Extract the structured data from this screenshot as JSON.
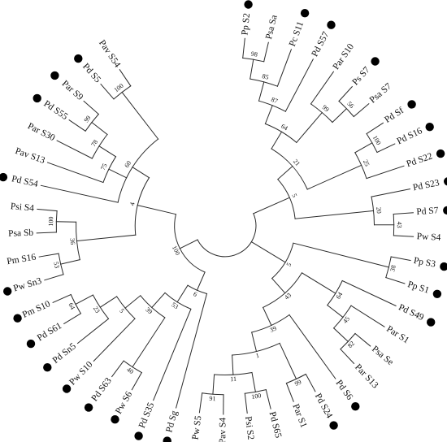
{
  "leaves": [
    {
      "label": "Pp S2",
      "marker": true
    },
    {
      "label": "Psa Sa",
      "marker": false
    },
    {
      "label": "Pc S11",
      "marker": true
    },
    {
      "label": "Pd S57",
      "marker": true
    },
    {
      "label": "Par S10",
      "marker": false
    },
    {
      "label": "Ps S7",
      "marker": true
    },
    {
      "label": "Psa S7",
      "marker": false
    },
    {
      "label": "Pd Sf",
      "marker": true
    },
    {
      "label": "Pd S16",
      "marker": true
    },
    {
      "label": "Pd S22",
      "marker": true
    },
    {
      "label": "Pd S23",
      "marker": true
    },
    {
      "label": "Pd S7",
      "marker": true
    },
    {
      "label": "Pw S4",
      "marker": false
    },
    {
      "label": "Pp S3",
      "marker": true
    },
    {
      "label": "Pp S1",
      "marker": true
    },
    {
      "label": "Pd S49",
      "marker": true
    },
    {
      "label": "Par S1",
      "marker": false
    },
    {
      "label": "Psa Se",
      "marker": false
    },
    {
      "label": "Par S13",
      "marker": false
    },
    {
      "label": "Pd S6",
      "marker": true
    },
    {
      "label": "Pd S24",
      "marker": true
    },
    {
      "label": "Par S1",
      "marker": false
    },
    {
      "label": "Pd S65",
      "marker": true
    },
    {
      "label": "Psi S2",
      "marker": false
    },
    {
      "label": "Pav S4",
      "marker": false
    },
    {
      "label": "Pw S5",
      "marker": false
    },
    {
      "label": "Pd Sg",
      "marker": true
    },
    {
      "label": "Pd S35",
      "marker": true
    },
    {
      "label": "Pw S6",
      "marker": true
    },
    {
      "label": "Pd S63",
      "marker": true
    },
    {
      "label": "Pw S10",
      "marker": true
    },
    {
      "label": "Pd Sn5",
      "marker": true
    },
    {
      "label": "Pd S61",
      "marker": true
    },
    {
      "label": "Pm S10",
      "marker": true
    },
    {
      "label": "Pw Sn3",
      "marker": true
    },
    {
      "label": "Pm S16",
      "marker": false
    },
    {
      "label": "Psa Sb",
      "marker": false
    },
    {
      "label": "Psi S4",
      "marker": false
    },
    {
      "label": "Pd S54",
      "marker": true
    },
    {
      "label": "Pav S13",
      "marker": false
    },
    {
      "label": "Par S30",
      "marker": false
    },
    {
      "label": "Pd S55",
      "marker": true
    },
    {
      "label": "Par S9",
      "marker": true
    },
    {
      "label": "Pd S5",
      "marker": true
    },
    {
      "label": "Pav S54",
      "marker": false
    }
  ],
  "support_values": [
    "98",
    "85",
    "87",
    "64",
    "99",
    "56",
    "25",
    "100",
    "21",
    "4",
    "5",
    "20",
    "43",
    "38",
    "5",
    "43",
    "64",
    "45",
    "82",
    "39",
    "1",
    "99",
    "11",
    "100",
    "91",
    "100",
    "6",
    "53",
    "40",
    "5",
    "23",
    "64",
    "39",
    "53",
    "100",
    "36",
    "60",
    "75",
    "78",
    "99",
    "100"
  ],
  "tree": {
    "root": {
      "children": [
        {
          "children": [
            {
              "children": [
                {
                  "children": [
                    {
                      "children": [
                        {
                          "children": [
                            {
                              "children": [
                                {
                                  "leaf": 0
                                },
                                {
                                  "leaf": 1
                                }
                              ],
                              "support": 0
                            },
                            {
                              "leaf": 2
                            }
                          ],
                          "support": 1
                        },
                        {
                          "leaf": 3
                        }
                      ],
                      "support": 2
                    },
                    {
                      "children": [
                        {
                          "leaf": 4
                        },
                        {
                          "children": [
                            {
                              "leaf": 5
                            },
                            {
                              "leaf": 6
                            }
                          ],
                          "support": 5
                        }
                      ],
                      "support": 4
                    }
                  ],
                  "support": 3
                },
                {
                  "children": [
                    {
                      "children": [
                        {
                          "leaf": 7
                        },
                        {
                          "leaf": 8
                        }
                      ],
                      "support": 7
                    },
                    {
                      "leaf": 9
                    }
                  ],
                  "support": 6
                }
              ],
              "support": 8
            },
            {
              "children": [
                {
                  "leaf": 10
                },
                {
                  "children": [
                    {
                      "leaf": 11
                    },
                    {
                      "leaf": 12
                    }
                  ],
                  "support": 12
                }
              ],
              "support": 11
            }
          ],
          "support": 10
        },
        {
          "children": [
            {
              "children": [
                {
                  "leaf": 13
                },
                {
                  "leaf": 14
                }
              ],
              "support": 13
            },
            {
              "children": [
                {
                  "children": [
                    {
                      "leaf": 15
                    },
                    {
                      "children": [
                        {
                          "leaf": 16
                        },
                        {
                          "children": [
                            {
                              "leaf": 17
                            },
                            {
                              "leaf": 18
                            }
                          ],
                          "support": 18
                        }
                      ],
                      "support": 17
                    }
                  ],
                  "support": 16
                },
                {
                  "children": [
                    {
                      "leaf": 19
                    },
                    {
                      "children": [
                        {
                          "children": [
                            {
                              "leaf": 20
                            },
                            {
                              "leaf": 21
                            }
                          ],
                          "support": 21
                        },
                        {
                          "children": [
                            {
                              "children": [
                                {
                                  "leaf": 22
                                },
                                {
                                  "leaf": 23
                                }
                              ],
                              "support": 23
                            },
                            {
                              "children": [
                                {
                                  "leaf": 24
                                },
                                {
                                  "leaf": 25
                                }
                              ],
                              "support": 24
                            }
                          ],
                          "support": 22
                        }
                      ],
                      "support": 20
                    }
                  ],
                  "support": 19
                }
              ],
              "support": 15
            }
          ],
          "support": 14
        },
        {
          "children": [
            {
              "children": [
                {
                  "leaf": 26
                },
                {
                  "children": [
                    {
                      "leaf": 27
                    },
                    {
                      "children": [
                        {
                          "children": [
                            {
                              "leaf": 28
                            },
                            {
                              "leaf": 29
                            }
                          ],
                          "support": 28
                        },
                        {
                          "children": [
                            {
                              "leaf": 30
                            },
                            {
                              "children": [
                                {
                                  "leaf": 31
                                },
                                {
                                  "children": [
                                    {
                                      "leaf": 32
                                    },
                                    {
                                      "leaf": 33
                                    }
                                  ],
                                  "support": 31
                                }
                              ],
                              "support": 30
                            }
                          ],
                          "support": 29
                        }
                      ],
                      "support": 32
                    }
                  ],
                  "support": 27
                }
              ],
              "support": 26
            },
            {
              "children": [
                {
                  "children": [
                    {
                      "children": [
                        {
                          "leaf": 34
                        },
                        {
                          "leaf": 35
                        }
                      ],
                      "support": 33
                    },
                    {
                      "children": [
                        {
                          "leaf": 36
                        },
                        {
                          "leaf": 37
                        }
                      ],
                      "support": 34
                    }
                  ],
                  "support": 35
                },
                {
                  "children": [
                    {
                      "leaf": 38
                    },
                    {
                      "children": [
                        {
                          "leaf": 39
                        },
                        {
                          "children": [
                            {
                              "leaf": 40
                            },
                            {
                              "children": [
                                {
                                  "leaf": 41
                                },
                                {
                                  "leaf": 42
                                }
                              ],
                              "support": 39
                            }
                          ],
                          "support": 38
                        }
                      ],
                      "support": 37
                    },
                    {
                      "children": [
                        {
                          "leaf": 43
                        },
                        {
                          "leaf": 44
                        }
                      ],
                      "support": 40
                    }
                  ],
                  "support": 36
                }
              ],
              "support": 9
            }
          ],
          "support": 25
        }
      ]
    }
  },
  "colors": {
    "branch": "#2a2a2a",
    "marker": "#000000",
    "text": "#111111"
  }
}
